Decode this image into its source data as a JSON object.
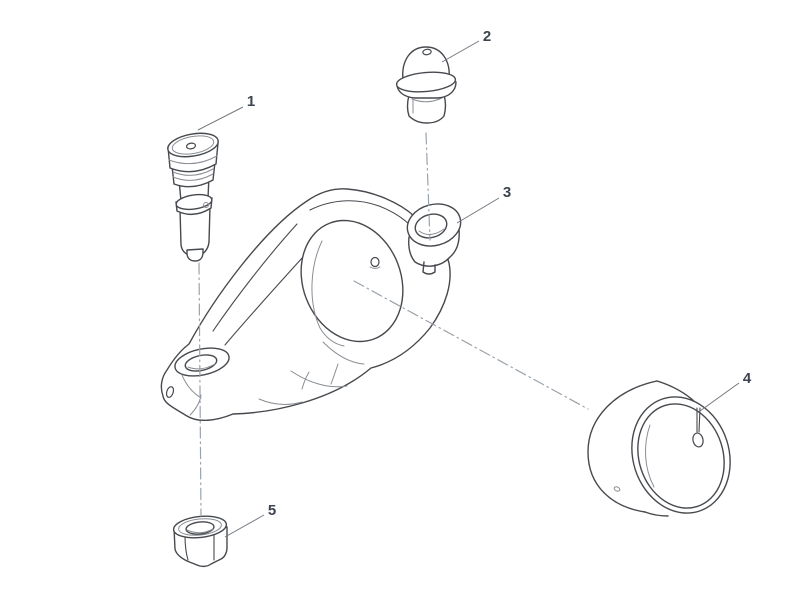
{
  "figure": {
    "kind": "exploded-parts-diagram",
    "colors": {
      "paper": "#ffffff",
      "outline": "#46494e",
      "detail": "#8a8e94",
      "centerline": "#9aa2ab",
      "leader": "#73777e",
      "callout": "#3d4450"
    },
    "callouts": [
      {
        "label": "1",
        "part": "adjusting-screw"
      },
      {
        "label": "2",
        "part": "ball-stud"
      },
      {
        "label": "3",
        "part": "rocker-arm"
      },
      {
        "label": "4",
        "part": "bushing"
      },
      {
        "label": "5",
        "part": "hex-nut"
      }
    ]
  }
}
